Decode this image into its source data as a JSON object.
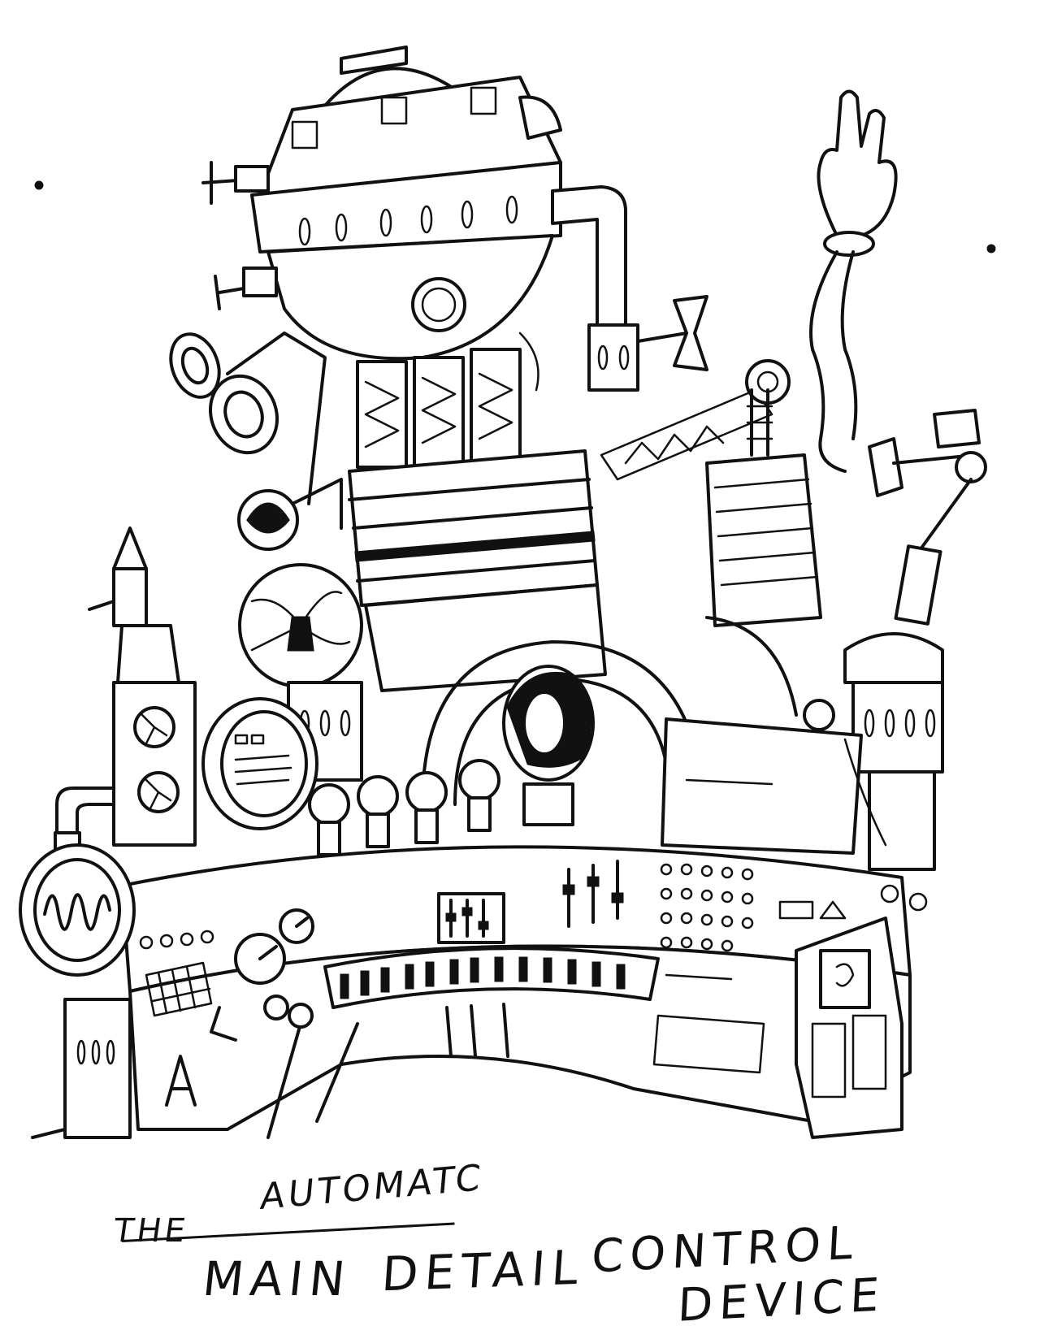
{
  "caption": {
    "the": "THE",
    "automatic": "AUTOMATC",
    "main": "MAIN",
    "detail": "DETAIL",
    "control": "CONTROL",
    "device": "DEVICE"
  }
}
